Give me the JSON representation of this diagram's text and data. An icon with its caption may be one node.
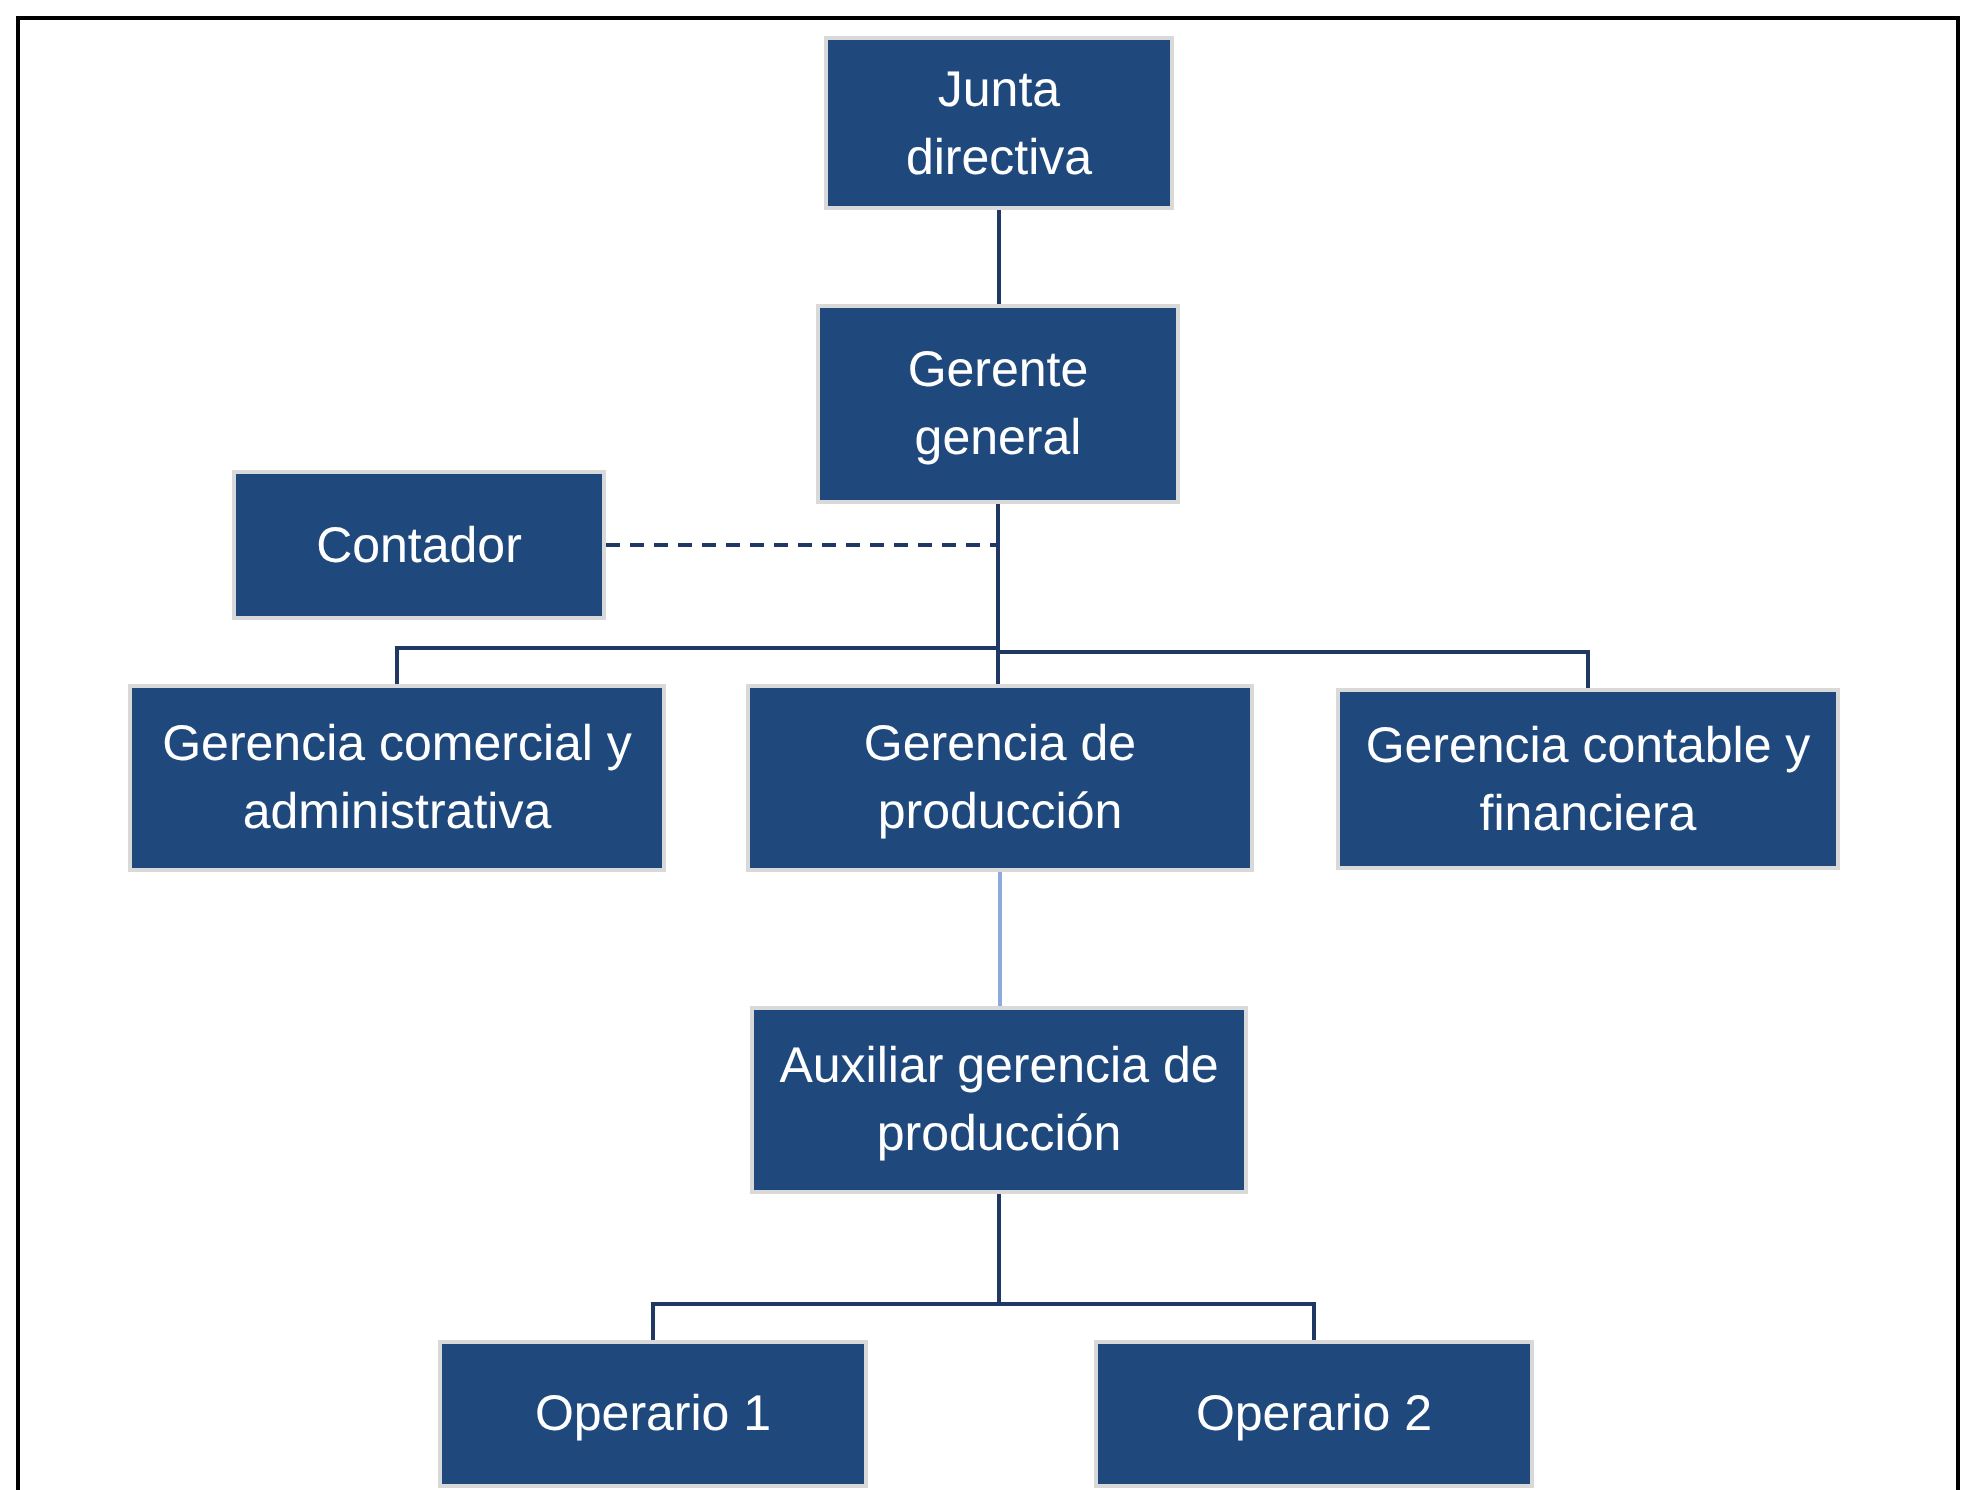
{
  "diagram": {
    "nodes": [
      {
        "text": [
          "Junta directiva"
        ]
      },
      {
        "text": [
          "Gerente general"
        ]
      },
      {
        "text": [
          "Contador"
        ]
      },
      {
        "text": [
          "Gerencia comercial y administrativa"
        ]
      },
      {
        "text": [
          "Gerencia de producción"
        ]
      },
      {
        "text": [
          "Gerencia contable y financiera"
        ]
      },
      {
        "text": [
          "Auxiliar gerencia de producción"
        ]
      },
      {
        "text": [
          "Operario 1"
        ]
      },
      {
        "text": [
          "Operario 2"
        ]
      }
    ],
    "edges": [
      {
        "from": 0,
        "to": 1,
        "arrow": "none"
      },
      {
        "from": 2,
        "to": 1,
        "arrow": "none",
        "style": "dashed"
      },
      {
        "from": 1,
        "to": 3,
        "arrow": "none"
      },
      {
        "from": 1,
        "to": 4,
        "arrow": "none"
      },
      {
        "from": 1,
        "to": 5,
        "arrow": "none"
      },
      {
        "from": 4,
        "to": 6,
        "arrow": "none",
        "color": "#8eaadb"
      },
      {
        "from": 6,
        "to": 7,
        "arrow": "none"
      },
      {
        "from": 6,
        "to": 8,
        "arrow": "none"
      }
    ]
  }
}
